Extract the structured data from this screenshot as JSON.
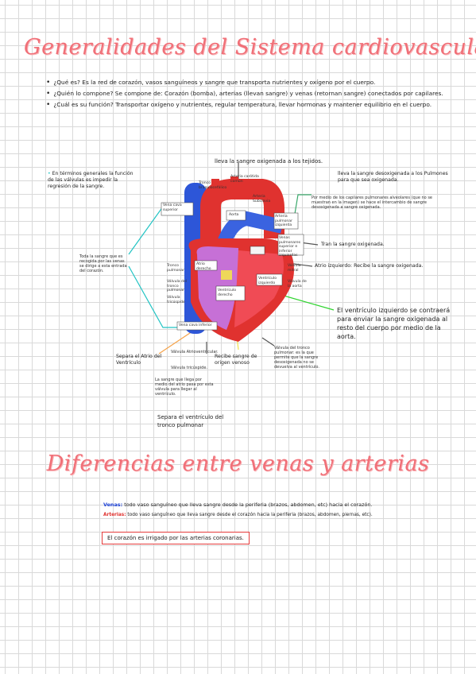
{
  "title": "Generalidades del Sistema cardiovascular",
  "bullets": [
    "¿Qué es? Es la red de corazón, vasos sanguíneos y sangre que transporta nutrientes y oxígeno por el cuerpo.",
    "¿Quién lo compone? Se compone de: Corazón (bomba), arterias (llevan sangre) y venas (retornan sangre) conectados por capilares.",
    "¿Cuál es su función? Transportar oxígeno y nutrientes, regular temperatura, llevar hormonas y mantener equilibrio en el cuerpo."
  ],
  "diagram": {
    "top_label": "lleva la sangre oxigenada a los tejidos.",
    "left_note": "En términos generales la función de las válvulas es impedir la regresión de la sangre.",
    "left_note2": "Toda la sangre que es recogida por las venas se dirige a esta entrada del corazón.",
    "right_top": "lleva la sangre desoxigenada a los Pulmones para que sea oxigenada.",
    "right_top_small": "Por medio de los capilares pulmonares alveolares (que no se muestran en la imagen) se hace el intercambio de sangre desoxigenada a sangre oxigenada.",
    "right_mid1": "Tran la sangre oxigenada.",
    "right_mid2": "Atrio izquierdo: Recibe la sangre oxigenada.",
    "right_bottom": "El ventrículo izquierdo se contraerá para enviar la sangre oxigenada al resto del cuerpo por medio de la aorta.",
    "bottom_left": "Separa el Atrio del Ventrículo",
    "bottom_mid1": "Válvula Atrioventricular.",
    "bottom_mid2": "Válvula tricúspide.",
    "bottom_mid3": "La sangre que llega por medio del atrio pasa por esta válvula para llegar al ventrículo.",
    "bottom_mid4": "Separa el ventrículo del tronco pulmonar",
    "bottom_mid5": "Recibe sangre de origen venoso",
    "bottom_right": "Válvula del tronco pulmonar: es la que permite que la sangre desoxigenada no se devuelva al ventrículo.",
    "heart_labels": {
      "vena_sup": "Vena cava superior",
      "tronco_braq": "Tronco braquiocefálico",
      "carotida": "Arteria carótida común",
      "subclavia": "Arteria Subclavia",
      "aorta": "Aorta",
      "art_pulm": "Arteria pulmonar izquierda",
      "venas_pulm": "Venas pulmonares superior e inferior izquierdas",
      "atrio_der": "Atrio derecho",
      "tronco_pulm": "Tronco pulmonar",
      "valv_pulm": "Válvula del tronco pulmonar",
      "valv_tric": "Válvula tricúspide",
      "ventr_der": "Ventrículo derecho",
      "valv_mitral": "Válvula mitral",
      "valv_aorta": "Válvula de la aorta",
      "ventr_izq": "Ventrículo izquierdo",
      "vena_inf": "Vena cava inferior"
    }
  },
  "title2": "Diferencias entre venas y arterias",
  "venas_label": "Venas:",
  "venas_text": " todo vaso sanguíneo que lleva sangre desde la periferia (brazos, abdomen, etc) hacia el corazón.",
  "arterias_label": "Arterias:",
  "arterias_text": " todo vaso sanguíneo que lleva sangre desde el corazón hacia la periferia (brazos, abdomen, piernas, etc).",
  "box_text": "El corazón es irrigado por las arterias coronarias.",
  "colors": {
    "title": "#f07078",
    "cyan": "#22c4c4",
    "green": "#2fd42f",
    "orange": "#f5a34a",
    "yellow": "#f2e34c",
    "teal_green": "#3aa86b",
    "red_box": "#e43b3b"
  }
}
